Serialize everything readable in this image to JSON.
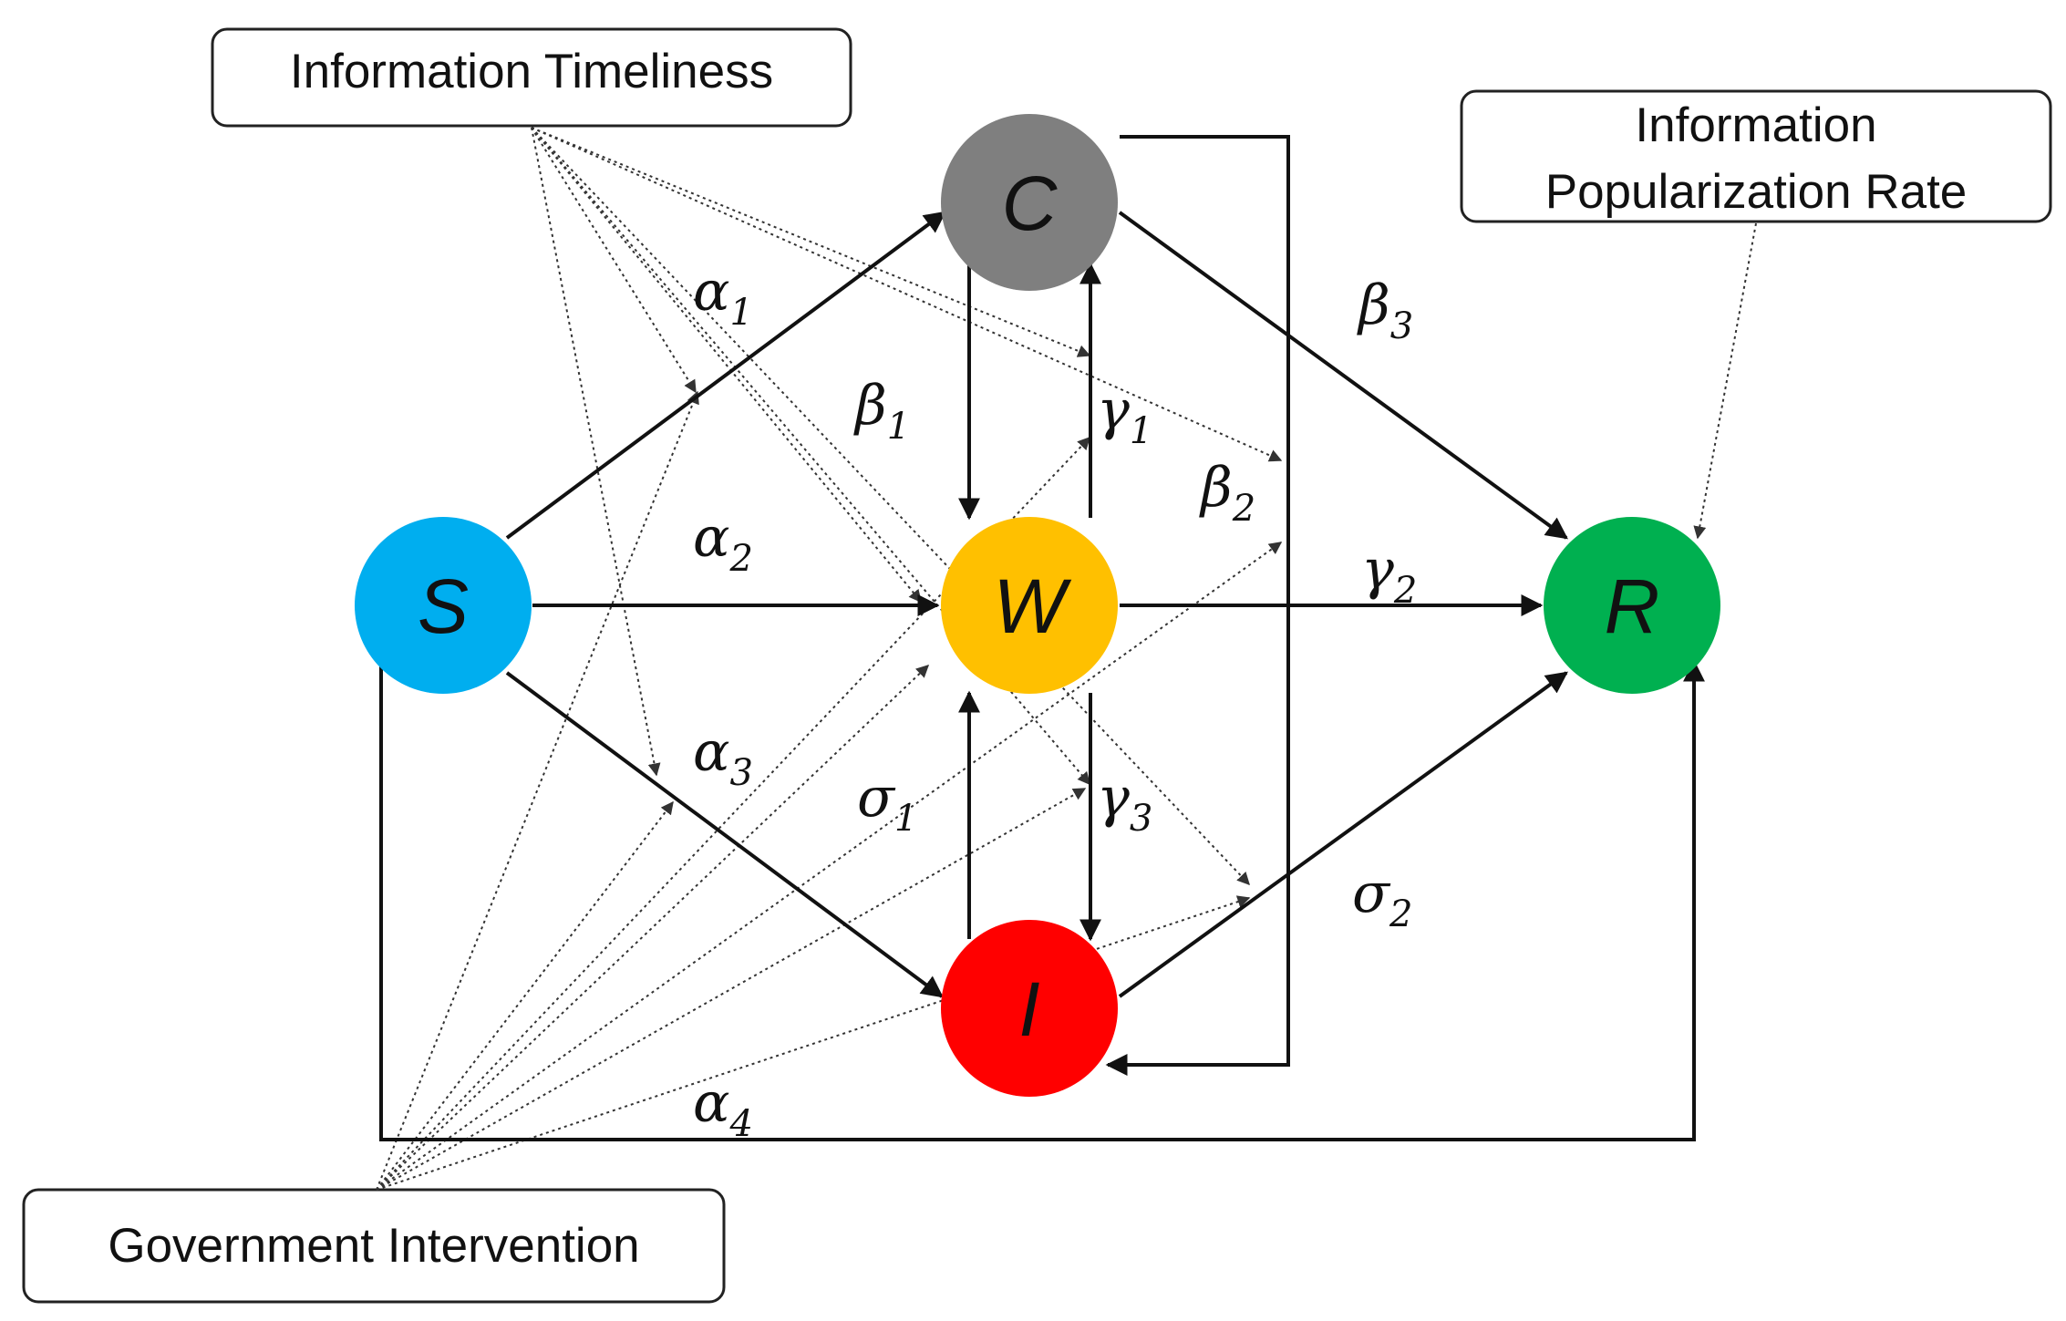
{
  "factors": {
    "timeliness": "Information Timeliness",
    "popularization": [
      "Information",
      "Popularization Rate"
    ],
    "government": "Government Intervention"
  },
  "nodes": [
    {
      "id": "S",
      "label": "S",
      "color": "#00AEEF"
    },
    {
      "id": "C",
      "label": "C",
      "color": "#7F7F7F"
    },
    {
      "id": "W",
      "label": "W",
      "color": "#FFC000"
    },
    {
      "id": "I",
      "label": "I",
      "color": "#FF0000"
    },
    {
      "id": "R",
      "label": "R",
      "color": "#00B050"
    }
  ],
  "parameters": [
    {
      "id": "alpha1",
      "symbol": "α",
      "sub": "1"
    },
    {
      "id": "alpha2",
      "symbol": "α",
      "sub": "2"
    },
    {
      "id": "alpha3",
      "symbol": "α",
      "sub": "3"
    },
    {
      "id": "alpha4",
      "symbol": "α",
      "sub": "4"
    },
    {
      "id": "beta1",
      "symbol": "β",
      "sub": "1"
    },
    {
      "id": "beta2",
      "symbol": "β",
      "sub": "2"
    },
    {
      "id": "beta3",
      "symbol": "β",
      "sub": "3"
    },
    {
      "id": "gamma1",
      "symbol": "γ",
      "sub": "1"
    },
    {
      "id": "gamma2",
      "symbol": "γ",
      "sub": "2"
    },
    {
      "id": "gamma3",
      "symbol": "γ",
      "sub": "3"
    },
    {
      "id": "sigma1",
      "symbol": "σ",
      "sub": "1"
    },
    {
      "id": "sigma2",
      "symbol": "σ",
      "sub": "2"
    }
  ]
}
